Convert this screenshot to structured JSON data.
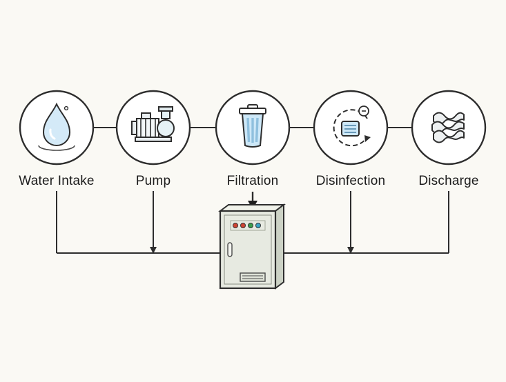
{
  "diagram": {
    "type": "process-flow",
    "nodes": [
      {
        "label": "Water Intake",
        "icon": "water-drop-icon"
      },
      {
        "label": "Pump",
        "icon": "pump-icon"
      },
      {
        "label": "Filtration",
        "icon": "trash-filter-icon"
      },
      {
        "label": "Disinfection",
        "icon": "disinfection-cycle-icon"
      },
      {
        "label": "Discharge",
        "icon": "layered-waves-icon"
      }
    ],
    "control_panel": {
      "name": "control-cabinet",
      "indicator_colors": [
        "#cf4433",
        "#cf4433",
        "#3a9e4c",
        "#3aa4c4"
      ]
    },
    "colors": {
      "background": "#faf9f4",
      "outline": "#2d2d2d",
      "icon_blue_fill": "#d4eaf8",
      "icon_blue_stripe": "#8fc0de",
      "panel_front": "#e7eae1",
      "panel_side": "#ccd2c5",
      "panel_top": "#f0f2ea",
      "wave_gray": "#edf0f1"
    }
  }
}
